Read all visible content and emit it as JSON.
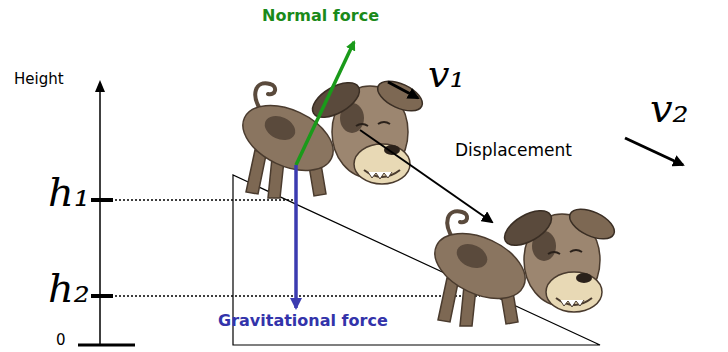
{
  "diagram": {
    "labels": [
      "Normal force",
      "v₁",
      "Height",
      "Displacement",
      "h₁",
      "v₂",
      "h₂",
      "Gravitational force",
      "0"
    ]
  }
}
